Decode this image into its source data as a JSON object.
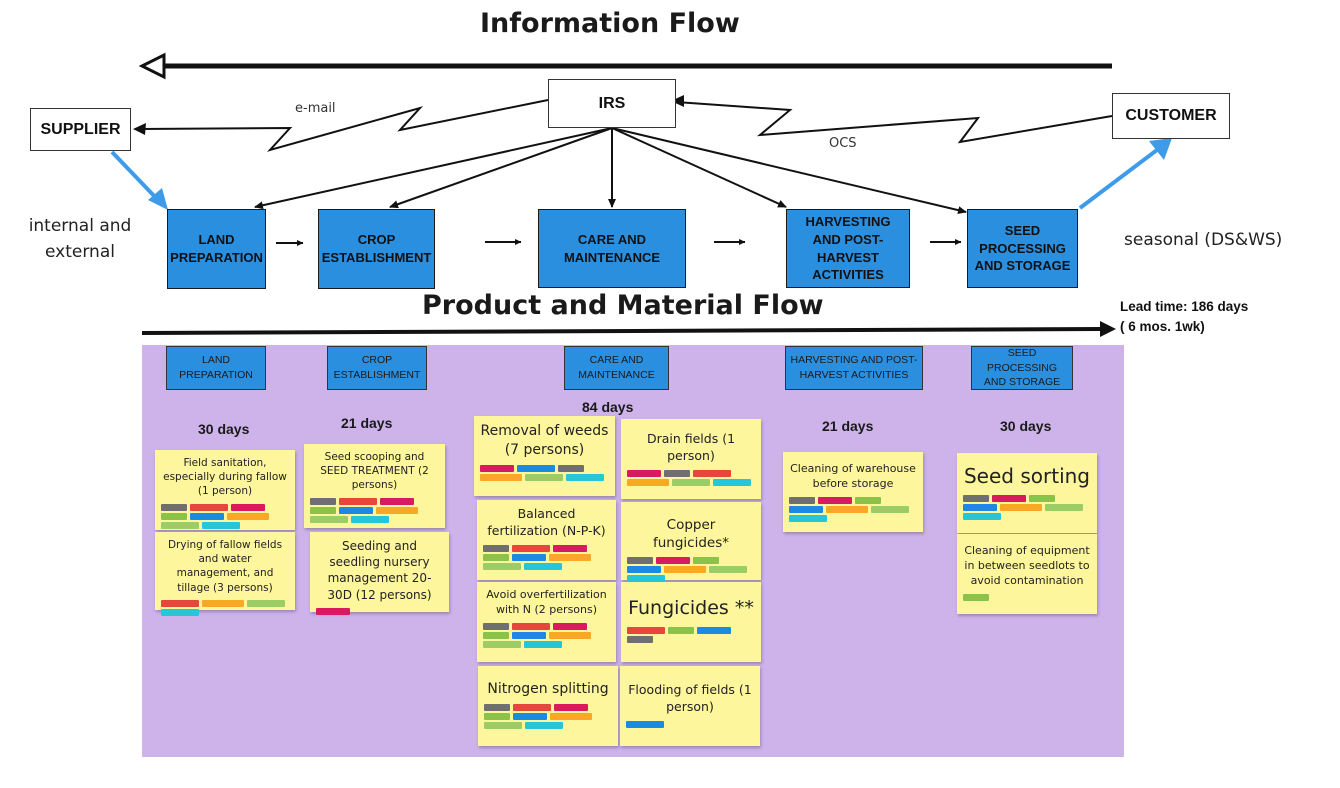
{
  "titles": {
    "information_flow": "Information Flow",
    "product_flow": "Product and Material Flow"
  },
  "boxes": {
    "supplier": "SUPPLIER",
    "irs": "IRS",
    "customer": "CUSTOMER"
  },
  "labels": {
    "email": "e-mail",
    "ocs": "OCS",
    "internal_external": "internal and external",
    "seasonal": "seasonal (DS&WS)",
    "lead_time": "Lead time: 186 days",
    "lead_time_2": "( 6 mos. 1wk)"
  },
  "stages": [
    "LAND PREPARATION",
    "CROP ESTABLISHMENT",
    "CARE AND MAINTENANCE",
    "HARVESTING AND POST-HARVEST ACTIVITIES",
    "SEED PROCESSING AND STORAGE"
  ],
  "board": {
    "headers": [
      "LAND PREPARATION",
      "CROP ESTABLISHMENT",
      "CARE AND MAINTENANCE",
      "HARVESTING AND POST-HARVEST ACTIVITIES",
      "SEED PROCESSING AND STORAGE"
    ],
    "days": [
      "30 days",
      "21 days",
      "84 days",
      "21 days",
      "30 days"
    ],
    "notes": {
      "n1": "Field sanitation, especially during fallow (1 person)",
      "n2": "Drying of fallow fields and water management, and tillage (3 persons)",
      "n3": "Seed scooping and SEED TREATMENT (2 persons)",
      "n4": "Seeding and seedling nursery management 20-30D (12 persons)",
      "n5": "Removal of weeds (7 persons)",
      "n6": "Balanced fertilization (N-P-K)",
      "n7": "Avoid overfertilization with N (2 persons)",
      "n8": "Nitrogen splitting",
      "n9": "Drain fields (1 person)",
      "n10": "Copper fungicides*",
      "n11": "Fungicides **",
      "n12": "Flooding of fields (1 person)",
      "n13": "Cleaning of warehouse before storage",
      "n14": "Seed sorting",
      "n15": "Cleaning of equipment in between seedlots to avoid  contamination"
    }
  },
  "tag_colors": {
    "grey": "#6f6f6f",
    "red": "#e8453c",
    "crimson": "#d81b60",
    "green": "#8bc34a",
    "blue": "#1e88e5",
    "orange": "#f9a825",
    "lime": "#9ccc65",
    "teal": "#26c6da"
  }
}
